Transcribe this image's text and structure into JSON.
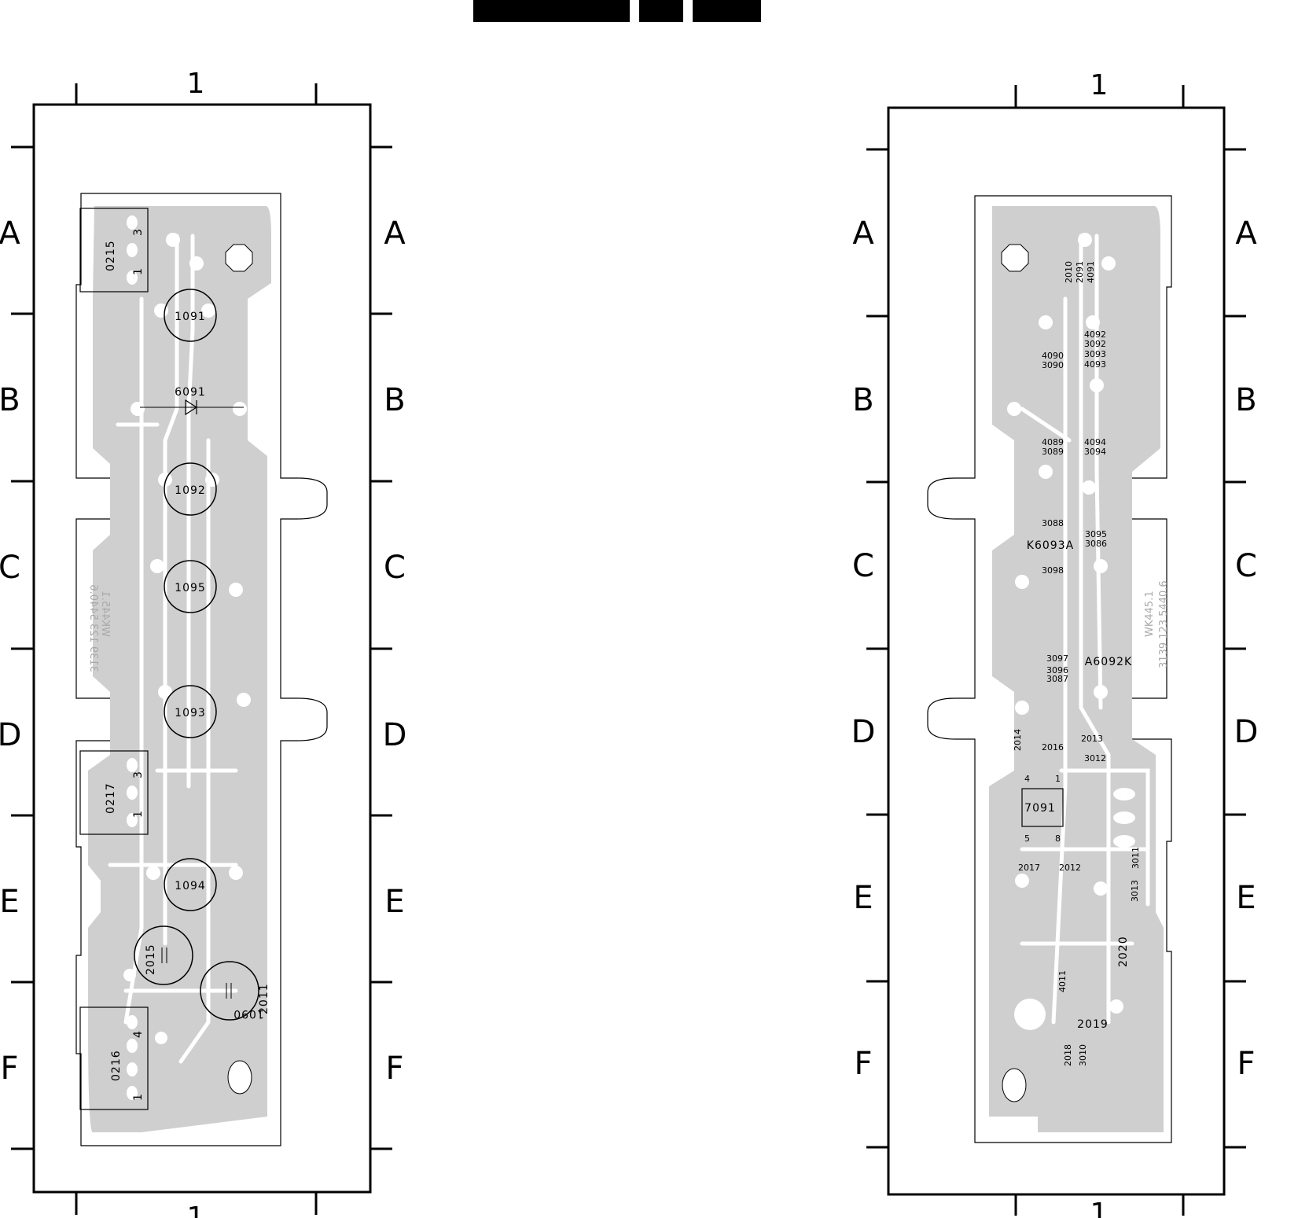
{
  "header_marks": [
    "",
    "",
    ""
  ],
  "grid": {
    "rows": [
      "A",
      "B",
      "C",
      "D",
      "E",
      "F"
    ],
    "column": "1"
  },
  "left_board": {
    "connectors": [
      {
        "ref": "0215",
        "pin_first": "1",
        "pin_last": "3"
      },
      {
        "ref": "0217",
        "pin_first": "1",
        "pin_last": "3"
      },
      {
        "ref": "0216",
        "pin_first": "1",
        "pin_last": "4"
      }
    ],
    "switches": [
      "1091",
      "1092",
      "1095",
      "1093",
      "1094"
    ],
    "diode": "6091",
    "capacitors": [
      "2015",
      "2011"
    ],
    "buzzer": "1090",
    "board_code_line1": "3139 123 5440.6",
    "board_code_line2": "WK445.1"
  },
  "right_board": {
    "refs_top": [
      "2010",
      "2091",
      "4091"
    ],
    "refs": [
      "4092",
      "3092",
      "3093",
      "4093",
      "4090",
      "3090",
      "4089",
      "3089",
      "4094",
      "3094",
      "3088",
      "3095",
      "3086",
      "K6093A",
      "3098",
      "3097",
      "3096",
      "3087",
      "A6092K",
      "2014",
      "2016",
      "2013",
      "3012",
      "2017",
      "2012",
      "3011",
      "3013",
      "2020",
      "4011",
      "2019",
      "2018",
      "3010"
    ],
    "ic": {
      "ref": "7091",
      "pin4": "4",
      "pin1": "1",
      "pin5": "5",
      "pin8": "8"
    },
    "board_code_line1": "3139 123 5440.6",
    "board_code_line2": "WK445.1"
  }
}
